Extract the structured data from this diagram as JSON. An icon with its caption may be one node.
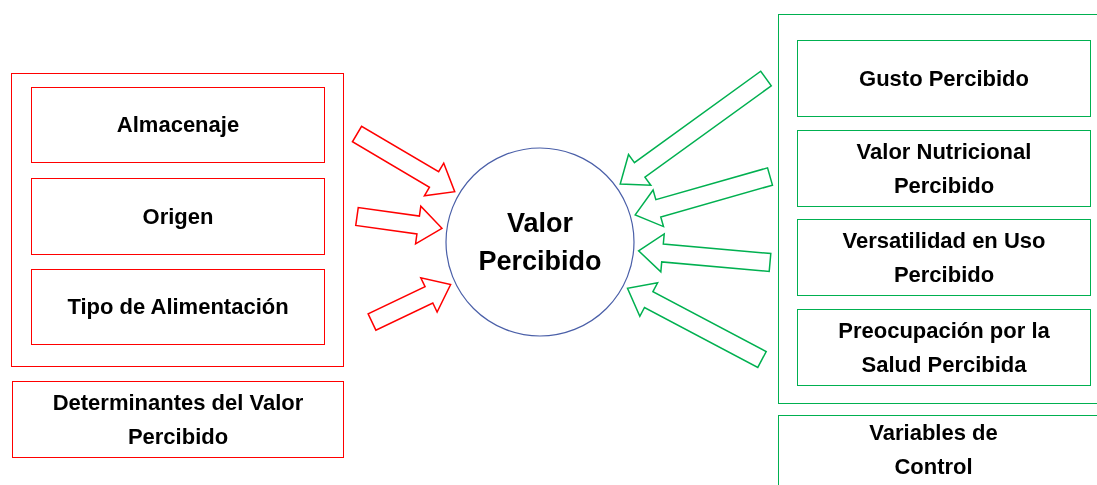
{
  "diagram": {
    "nodes": [
      {
        "text": [],
        "shape": "box"
      },
      {
        "text": [
          "Almacenaje"
        ],
        "in": 0
      },
      {
        "text": [
          "Origen"
        ],
        "in": 0
      },
      {
        "text": [
          "Tipo de Alimentación"
        ],
        "in": 0
      },
      {
        "text": [
          "Determinantes del Valor Percibido"
        ]
      },
      {
        "text": [
          "Valor Percibido"
        ]
      },
      {
        "text": [],
        "shape": "box"
      },
      {
        "text": [
          "Gusto Percibido"
        ],
        "in": 6
      },
      {
        "text": [
          "Valor Nutricional Percibido"
        ],
        "in": 6
      },
      {
        "text": [
          "Versatilidad en Uso Percibido"
        ],
        "in": 6
      },
      {
        "text": [
          "Preocupación por la Salud Percibida"
        ],
        "in": 6
      },
      {
        "text": [
          "Variables de Control"
        ]
      }
    ],
    "edges": [
      {
        "from": 1,
        "to": 5,
        "arrow": "to",
        "color": "#ff0000"
      },
      {
        "from": 2,
        "to": 5,
        "arrow": "to",
        "color": "#ff0000"
      },
      {
        "from": 3,
        "to": 5,
        "arrow": "to",
        "color": "#ff0000"
      },
      {
        "from": 7,
        "to": 5,
        "arrow": "to",
        "color": "#00b050"
      },
      {
        "from": 8,
        "to": 5,
        "arrow": "to",
        "color": "#00b050"
      },
      {
        "from": 9,
        "to": 5,
        "arrow": "to",
        "color": "#00b050"
      },
      {
        "from": 10,
        "to": 5,
        "arrow": "to",
        "color": "#00b050"
      }
    ]
  }
}
